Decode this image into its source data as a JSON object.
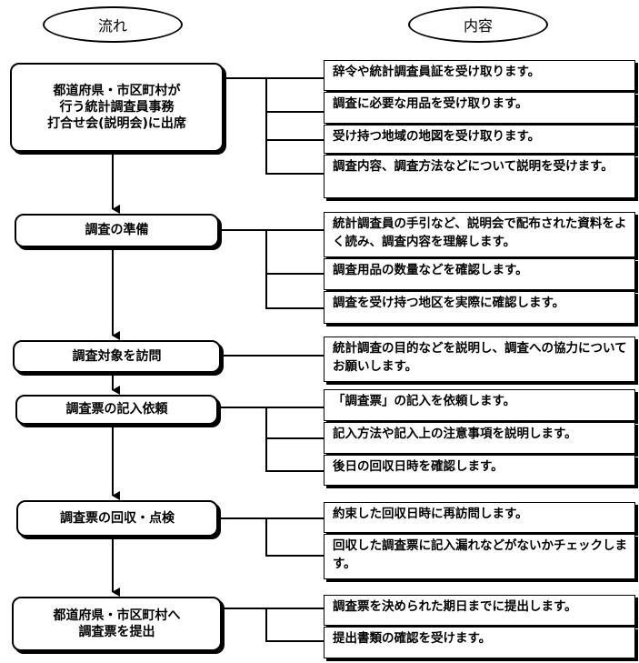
{
  "headers": {
    "flow": "流れ",
    "content": "内容"
  },
  "steps": [
    {
      "label": "都道府県・市区町村が\n行う統計調査員事務\n打合せ会(説明会)に出席",
      "details": [
        "辞令や統計調査員証を受け取ります。",
        "調査に必要な用品を受け取ります。",
        "受け持つ地域の地図を受け取ります。",
        "調査内容、調査方法などについて説明を受けます。"
      ]
    },
    {
      "label": "調査の準備",
      "details": [
        "統計調査員の手引など、説明会で配布された資料をよく読み、調査内容を理解します。",
        "調査用品の数量などを確認します。",
        "調査を受け持つ地区を実際に確認します。"
      ]
    },
    {
      "label": "調査対象を訪問",
      "details": [
        "統計調査の目的などを説明し、調査への協力についてお願いします。"
      ]
    },
    {
      "label": "調査票の記入依頼",
      "details": [
        "「調査票」の記入を依頼します。",
        "記入方法や記入上の注意事項を説明します。",
        "後日の回収日時を確認します。"
      ]
    },
    {
      "label": "調査票の回収・点検",
      "details": [
        "約束した回収日時に再訪問します。",
        "回収した調査票に記入漏れなどがないかチェックします。"
      ]
    },
    {
      "label": "都道府県・市区町村へ\n調査票を提出",
      "details": [
        "調査票を決められた期日までに提出します。",
        "提出書類の確認を受けます。"
      ]
    }
  ]
}
